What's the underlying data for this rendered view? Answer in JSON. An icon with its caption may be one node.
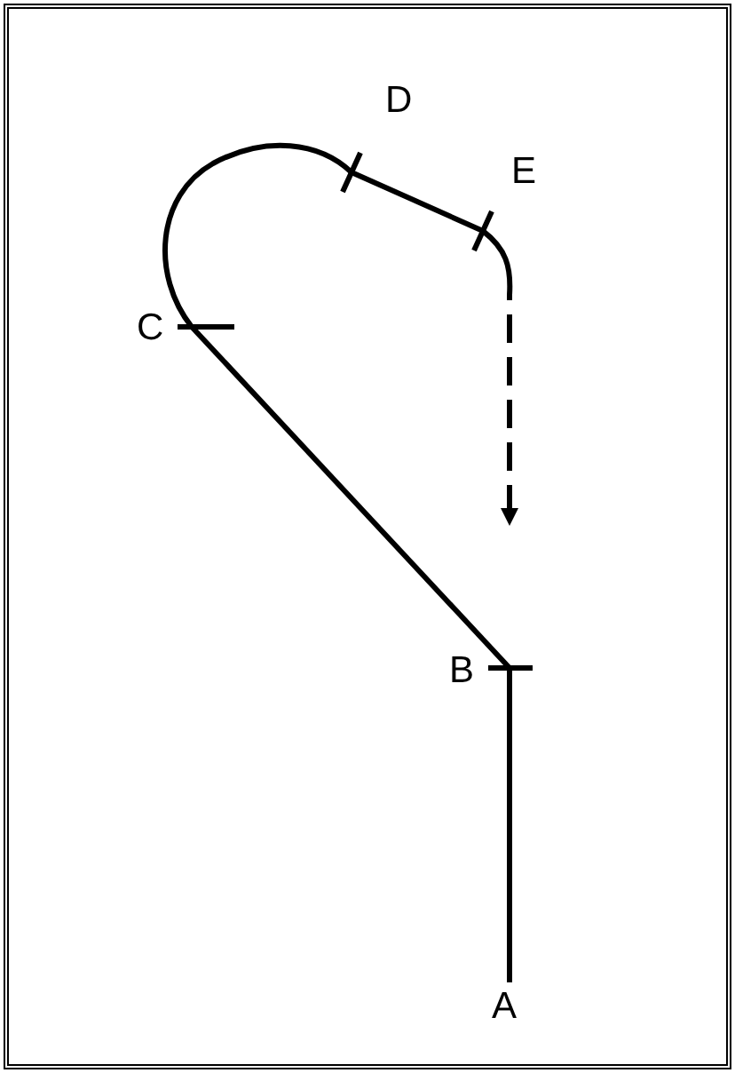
{
  "diagram": {
    "nodes": [
      {
        "text": [
          "D"
        ]
      },
      {
        "text": [
          "E"
        ]
      },
      {
        "text": [
          "C"
        ]
      },
      {
        "text": [
          "B"
        ]
      },
      {
        "text": [
          "A"
        ]
      }
    ],
    "edges": [
      {
        "from": 4,
        "to": 3,
        "arrow": "none"
      },
      {
        "from": 3,
        "to": 2,
        "arrow": "none"
      },
      {
        "from": 2,
        "to": 0,
        "arrow": "none"
      },
      {
        "from": 0,
        "to": 1,
        "arrow": "none"
      },
      {
        "from": 1,
        "to": null,
        "arrow": "to",
        "style": "dashed"
      }
    ]
  }
}
